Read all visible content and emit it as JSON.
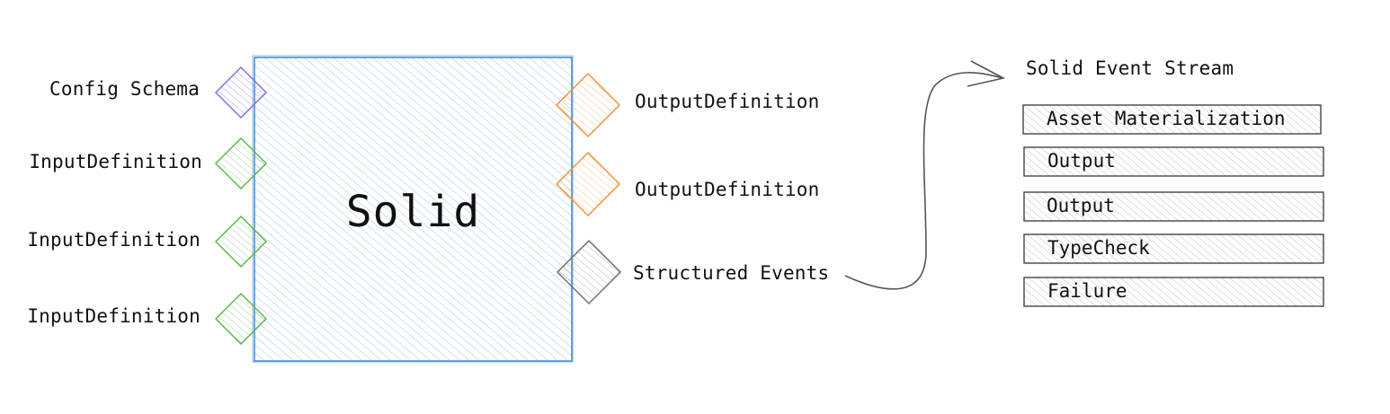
{
  "solid": {
    "title": "Solid"
  },
  "inputs": {
    "config": "Config Schema",
    "defs": [
      "InputDefinition",
      "InputDefinition",
      "InputDefinition"
    ]
  },
  "outputs": {
    "defs": [
      "OutputDefinition",
      "OutputDefinition"
    ],
    "events": "Structured Events"
  },
  "stream": {
    "title": "Solid Event Stream",
    "items": [
      "Asset Materialization",
      "Output",
      "Output",
      "TypeCheck",
      "Failure"
    ]
  },
  "colors": {
    "solid": "#4a90d9",
    "config": "#8b6fe0",
    "input": "#5fb44c",
    "output": "#f0923a",
    "event": "#6e6e6e",
    "stream_item": "#444444"
  }
}
